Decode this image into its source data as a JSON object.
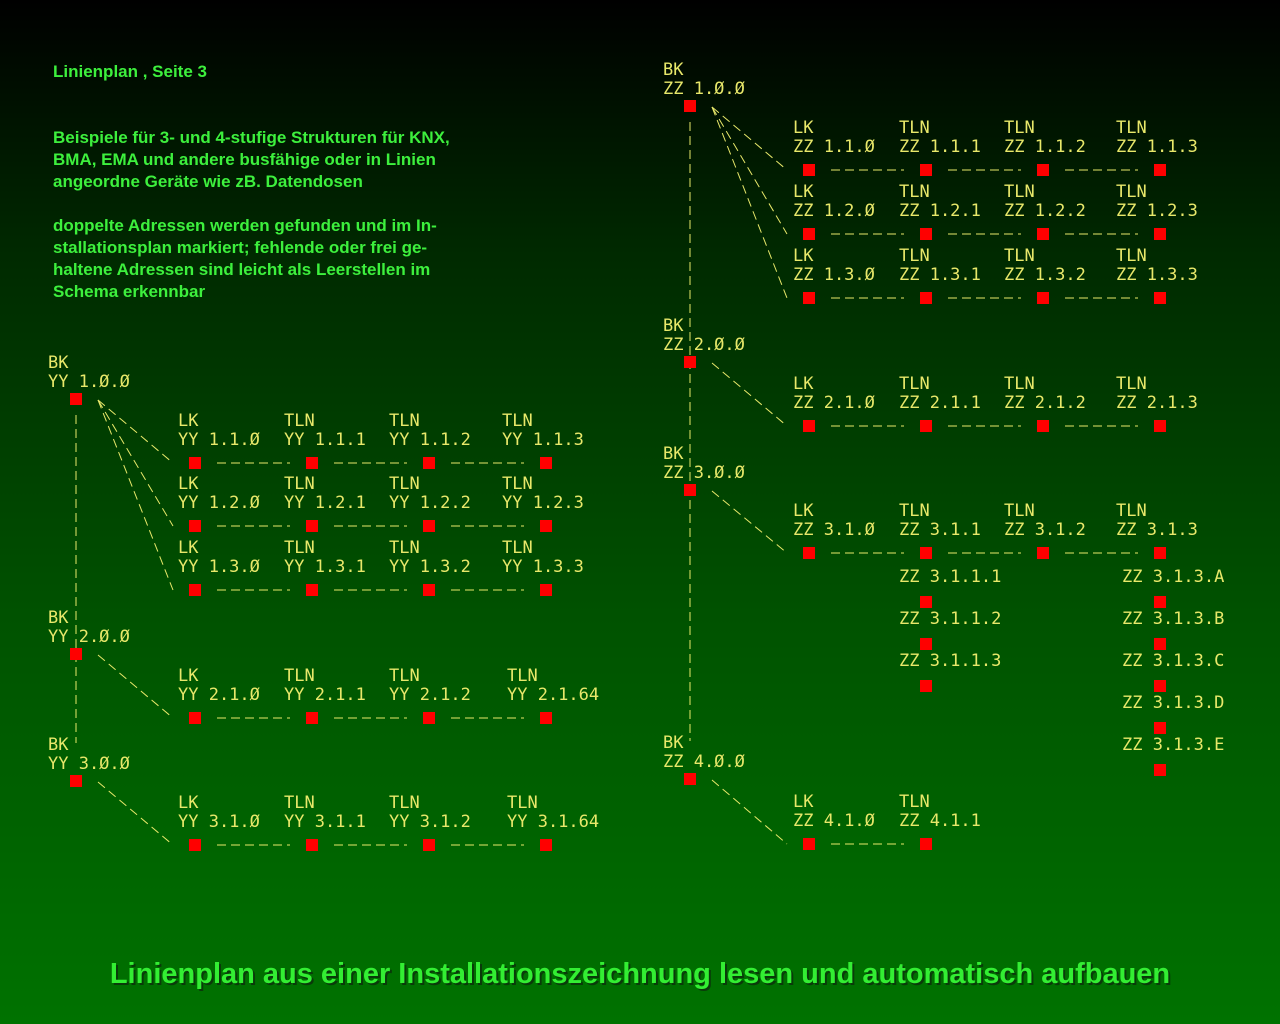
{
  "title": "Linienplan , Seite 3",
  "description": "Beispiele für 3- und 4-stufige Strukturen für KNX,\nBMA, EMA und andere busfähige oder in Linien\nangeordne Geräte wie zB. Datendosen\n\ndoppelte Adressen werden gefunden und im In-\nstallationsplan markiert; fehlende oder frei ge-\nhaltene Adressen sind leicht als Leerstellen im\nSchema erkennbar",
  "footer": "Linienplan aus einer Installationszeichnung lesen und automatisch aufbauen",
  "colors": {
    "node": "#ff0000",
    "label": "#e8e86a",
    "heading": "#3df03d"
  },
  "diagram": {
    "bk_type": "BK",
    "lk_type": "LK",
    "tln_type": "TLN",
    "left_tree": [
      {
        "address": "YY 1.Ø.Ø",
        "lines": [
          [
            "YY 1.1.Ø",
            "YY 1.1.1",
            "YY 1.1.2",
            "YY 1.1.3"
          ],
          [
            "YY 1.2.Ø",
            "YY 1.2.1",
            "YY 1.2.2",
            "YY 1.2.3"
          ],
          [
            "YY 1.3.Ø",
            "YY 1.3.1",
            "YY 1.3.2",
            "YY 1.3.3"
          ]
        ]
      },
      {
        "address": "YY 2.Ø.Ø",
        "lines": [
          [
            "YY 2.1.Ø",
            "YY 2.1.1",
            "YY 2.1.2",
            "YY 2.1.64"
          ]
        ]
      },
      {
        "address": "YY 3.Ø.Ø",
        "lines": [
          [
            "YY 3.1.Ø",
            "YY 3.1.1",
            "YY 3.1.2",
            "YY 3.1.64"
          ]
        ]
      }
    ],
    "right_tree": [
      {
        "address": "ZZ 1.Ø.Ø",
        "lines": [
          [
            "ZZ 1.1.Ø",
            "ZZ 1.1.1",
            "ZZ 1.1.2",
            "ZZ 1.1.3"
          ],
          [
            "ZZ 1.2.Ø",
            "ZZ 1.2.1",
            "ZZ 1.2.2",
            "ZZ 1.2.3"
          ],
          [
            "ZZ 1.3.Ø",
            "ZZ 1.3.1",
            "ZZ 1.3.2",
            "ZZ 1.3.3"
          ]
        ]
      },
      {
        "address": "ZZ 2.Ø.Ø",
        "lines": [
          [
            "ZZ 2.1.Ø",
            "ZZ 2.1.1",
            "ZZ 2.1.2",
            "ZZ 2.1.3"
          ]
        ]
      },
      {
        "address": "ZZ 3.Ø.Ø",
        "lines": [
          [
            "ZZ 3.1.Ø",
            "ZZ 3.1.1",
            "ZZ 3.1.2",
            "ZZ 3.1.3"
          ]
        ]
      },
      {
        "address": "ZZ 4.Ø.Ø",
        "lines": [
          [
            "ZZ 4.1.Ø",
            "ZZ 4.1.1"
          ]
        ]
      }
    ],
    "sub_branches": [
      {
        "parent": "ZZ 3.1.1",
        "children": [
          "ZZ 3.1.1.1",
          "ZZ 3.1.1.2",
          "ZZ 3.1.1.3"
        ]
      },
      {
        "parent": "ZZ 3.1.3",
        "children": [
          "ZZ 3.1.3.A",
          "ZZ 3.1.3.B",
          "ZZ 3.1.3.C",
          "ZZ 3.1.3.D",
          "ZZ 3.1.3.E"
        ]
      }
    ]
  }
}
